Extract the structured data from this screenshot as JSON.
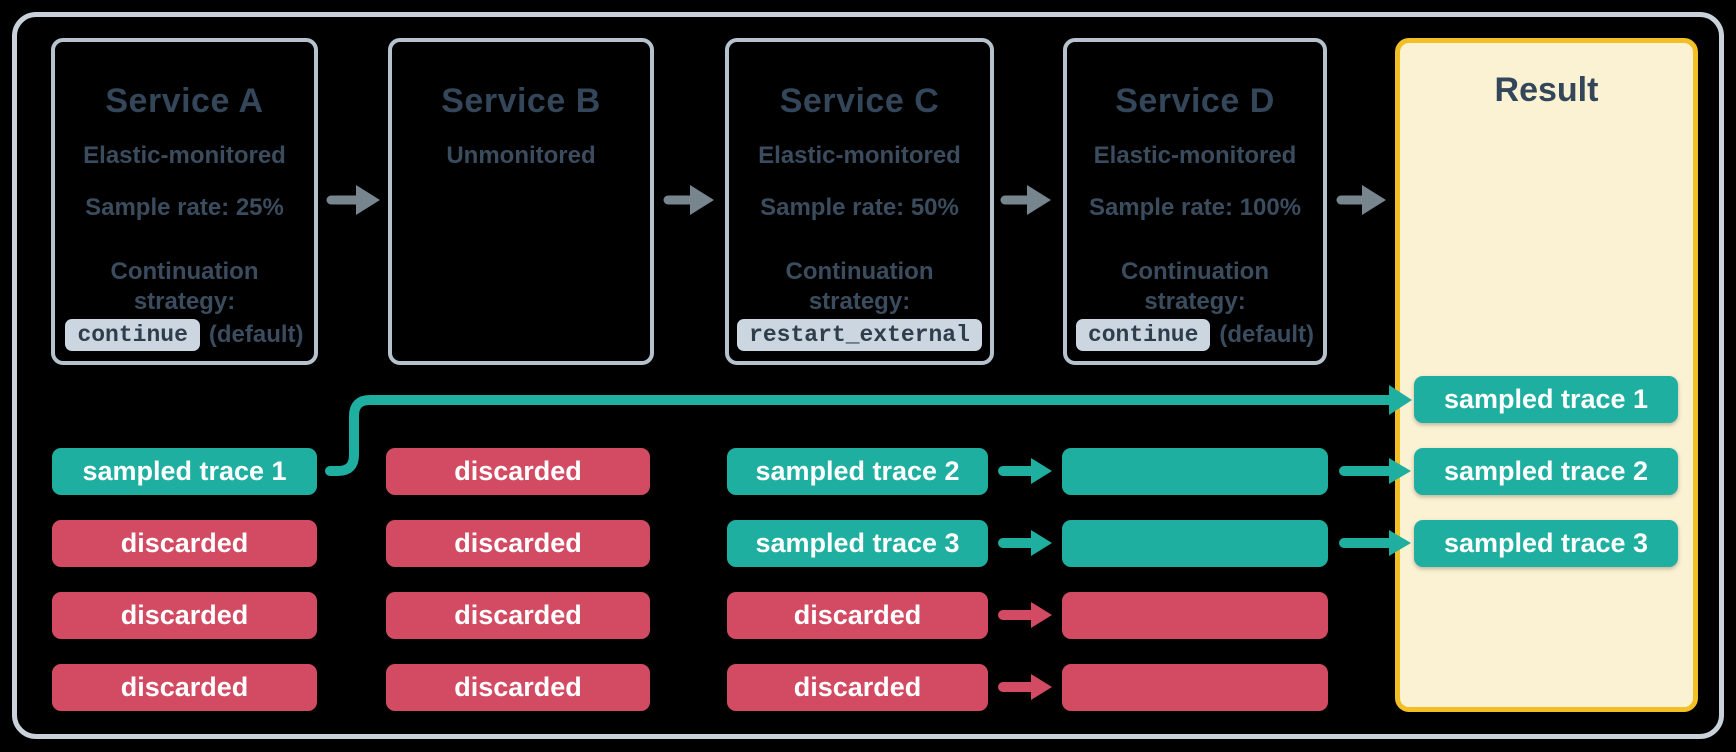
{
  "colors": {
    "background": "#000000",
    "frame_border": "#c9d2db",
    "box_border": "#b6c2ce",
    "title_text": "#33465a",
    "box_text": "#3a4c5e",
    "teal": "#1fafa0",
    "red": "#d34a63",
    "gray_arrow": "#77858f",
    "pill_text": "#ffffff",
    "code_bg": "#ccd6e0",
    "code_text": "#2f3e4d",
    "result_bg": "#fbf1d3",
    "result_border": "#f2c024"
  },
  "services": [
    {
      "title": "Service A",
      "subtitle": "Elastic-monitored",
      "sample_rate": "Sample rate: 25%",
      "strategy_line1": "Continuation",
      "strategy_line2": "strategy:",
      "code": "continue",
      "code_suffix": "(default)"
    },
    {
      "title": "Service B",
      "subtitle": "Unmonitored",
      "sample_rate": "",
      "strategy_line1": "",
      "strategy_line2": "",
      "code": "",
      "code_suffix": ""
    },
    {
      "title": "Service C",
      "subtitle": "Elastic-monitored",
      "sample_rate": "Sample rate: 50%",
      "strategy_line1": "Continuation",
      "strategy_line2": "strategy:",
      "code": "restart_external",
      "code_suffix": ""
    },
    {
      "title": "Service D",
      "subtitle": "Elastic-monitored",
      "sample_rate": "Sample rate: 100%",
      "strategy_line1": "Continuation",
      "strategy_line2": "strategy:",
      "code": "continue",
      "code_suffix": "(default)"
    }
  ],
  "result": {
    "title": "Result"
  },
  "trace_pills": {
    "service_a": [
      {
        "label": "sampled trace 1",
        "status": "sampled"
      },
      {
        "label": "discarded",
        "status": "discarded"
      },
      {
        "label": "discarded",
        "status": "discarded"
      },
      {
        "label": "discarded",
        "status": "discarded"
      }
    ],
    "service_b": [
      {
        "label": "discarded",
        "status": "discarded"
      },
      {
        "label": "discarded",
        "status": "discarded"
      },
      {
        "label": "discarded",
        "status": "discarded"
      },
      {
        "label": "discarded",
        "status": "discarded"
      }
    ],
    "service_c": [
      {
        "label": "sampled trace 2",
        "status": "sampled"
      },
      {
        "label": "sampled trace 3",
        "status": "sampled"
      },
      {
        "label": "discarded",
        "status": "discarded"
      },
      {
        "label": "discarded",
        "status": "discarded"
      }
    ],
    "service_d": [
      {
        "label": "",
        "status": "sampled"
      },
      {
        "label": "",
        "status": "sampled"
      },
      {
        "label": "",
        "status": "discarded"
      },
      {
        "label": "",
        "status": "discarded"
      }
    ],
    "result": [
      {
        "label": "sampled trace 1",
        "status": "sampled"
      },
      {
        "label": "sampled trace 2",
        "status": "sampled"
      },
      {
        "label": "sampled trace 3",
        "status": "sampled"
      }
    ]
  }
}
